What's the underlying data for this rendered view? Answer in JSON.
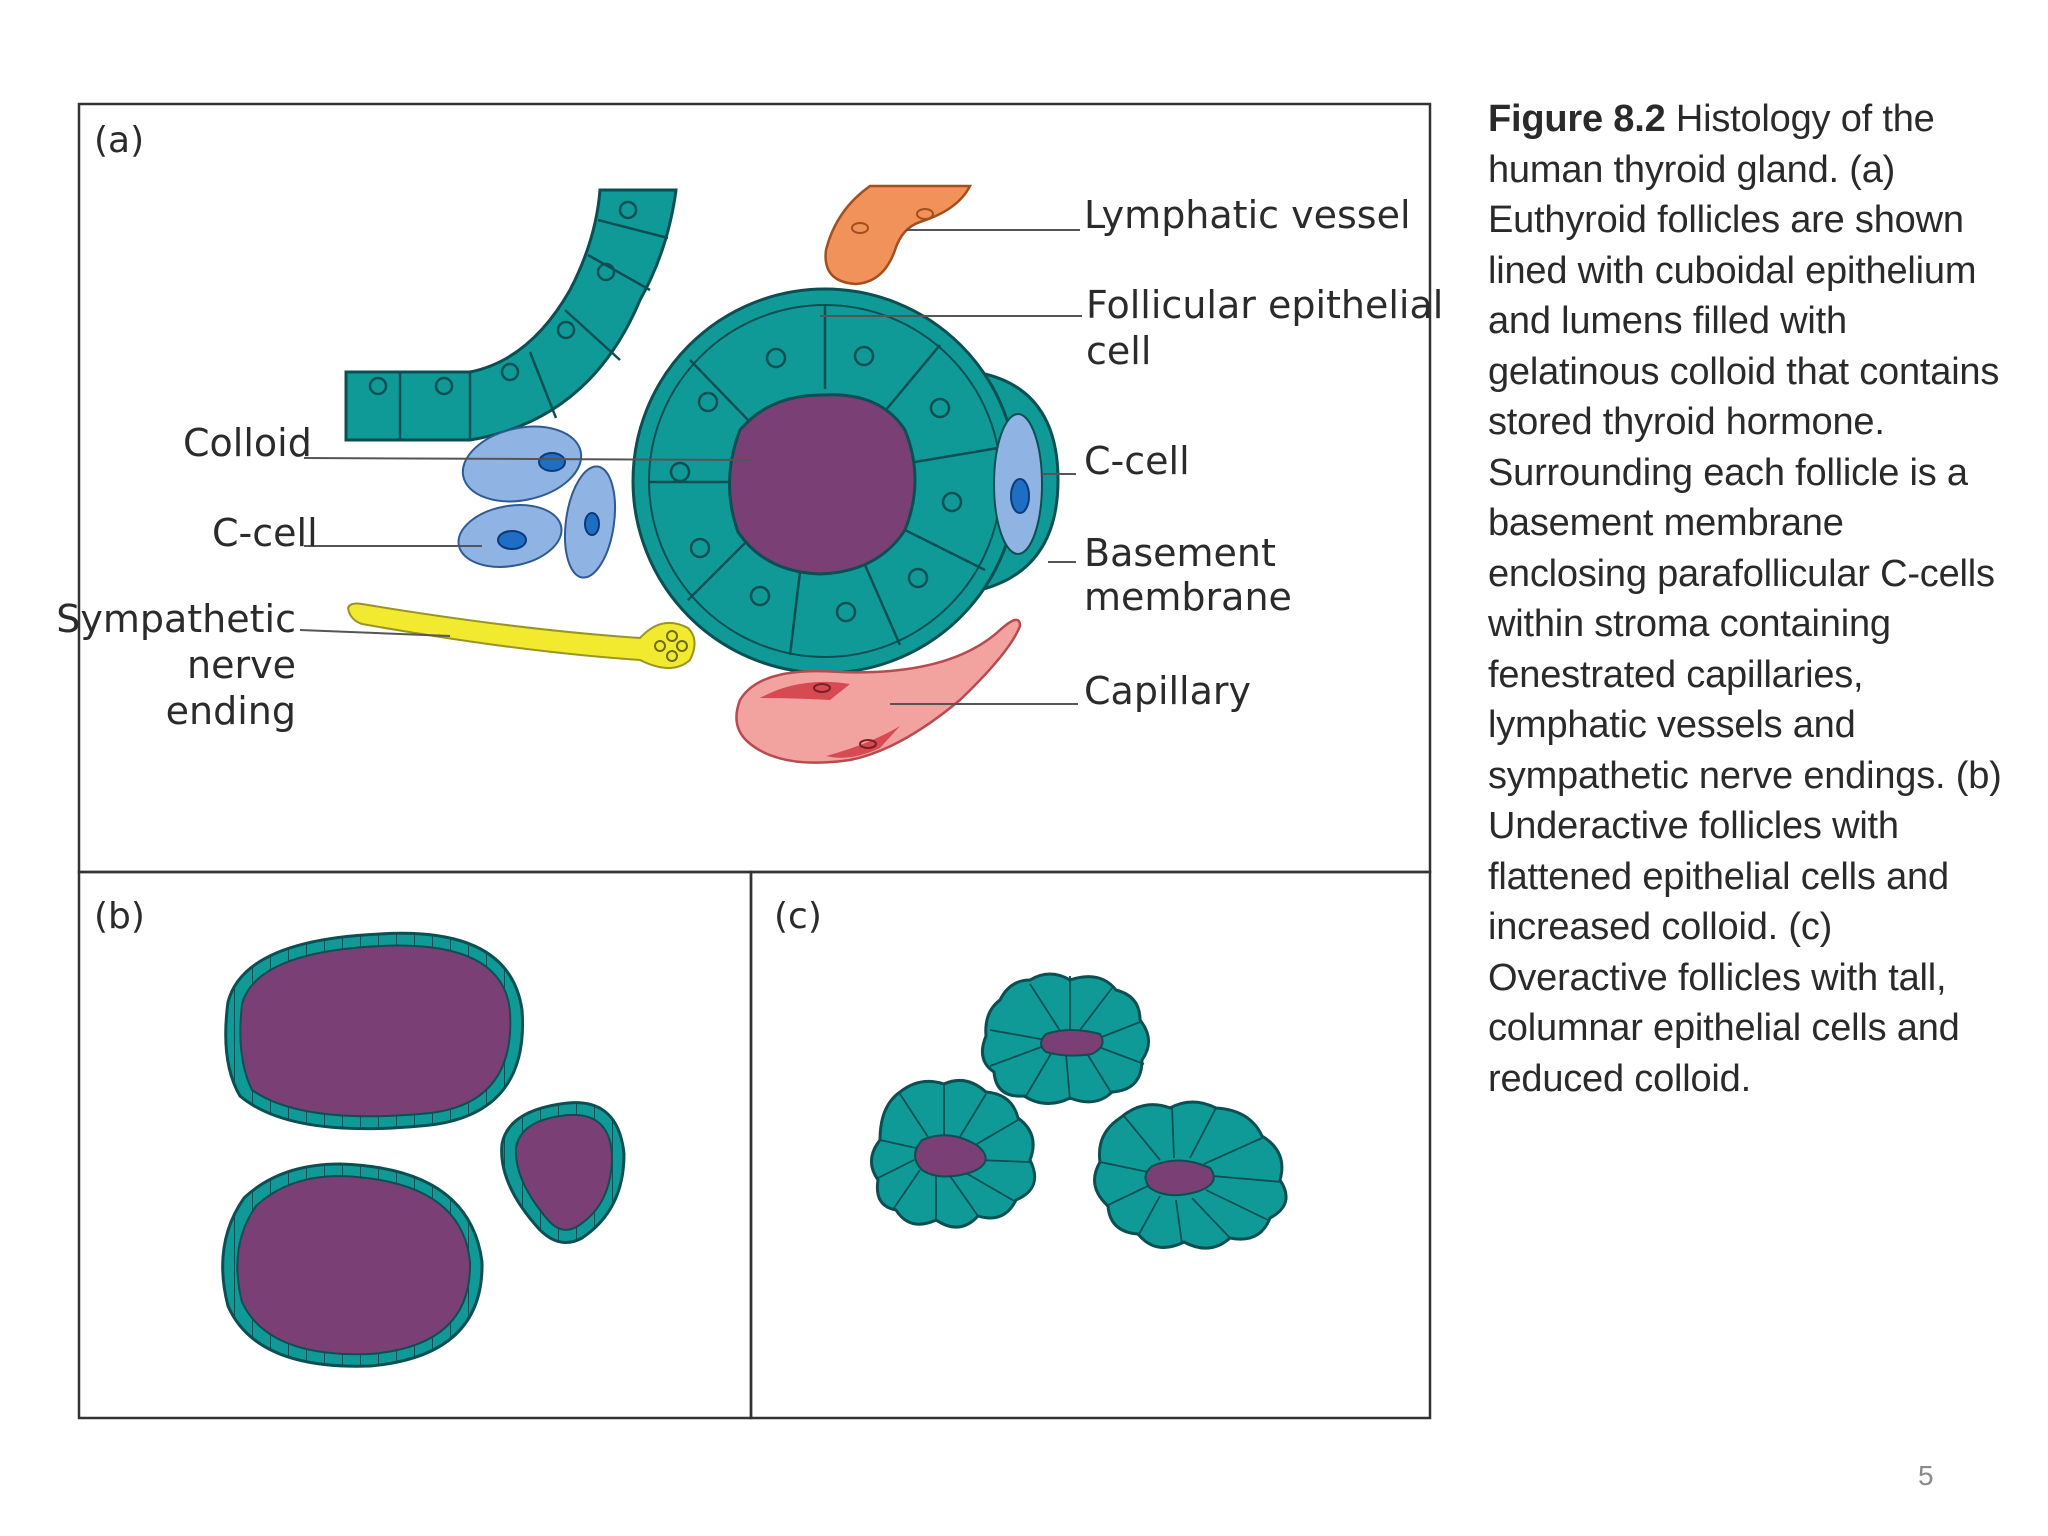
{
  "figure": {
    "panels": {
      "a": "(a)",
      "b": "(b)",
      "c": "(c)"
    },
    "labels": {
      "lymphatic_vessel": "Lymphatic vessel",
      "follicular_epithelial_cell_line1": "Follicular epithelial",
      "follicular_epithelial_cell_line2": "cell",
      "colloid": "Colloid",
      "c_cell_left": "C-cell",
      "c_cell_right": "C-cell",
      "basement_membrane_line1": "Basement",
      "basement_membrane_line2": "membrane",
      "sympathetic_line1": "Sympathetic",
      "sympathetic_line2": "nerve",
      "sympathetic_line3": "ending",
      "capillary": "Capillary"
    },
    "colors": {
      "epithelium": "#0f9a98",
      "epithelium_outline": "#0b4f52",
      "colloid": "#7a3f74",
      "c_cell": "#8fb4e3",
      "c_cell_nucleus": "#1e6fc4",
      "lymphatic": "#f0925a",
      "nerve": "#f1ea2e",
      "capillary": "#f2a3a0",
      "capillary_dark": "#d84a52"
    }
  },
  "caption": {
    "label": "Figure 8.2",
    "text": " Histology of the human thyroid gland. (a) Euthyroid follicles are shown lined with cuboidal epithelium and lumens filled with gelatinous colloid that contains stored thyroid hormone. Surrounding each follicle is a basement membrane enclosing parafollicular C-cells within stroma containing fenestrated capillaries, lymphatic vessels and sympathetic nerve endings. (b) Underactive follicles with flattened epithelial cells and increased colloid. (c) Overactive follicles with tall, columnar epithelial cells and reduced colloid."
  },
  "page_number": "5"
}
